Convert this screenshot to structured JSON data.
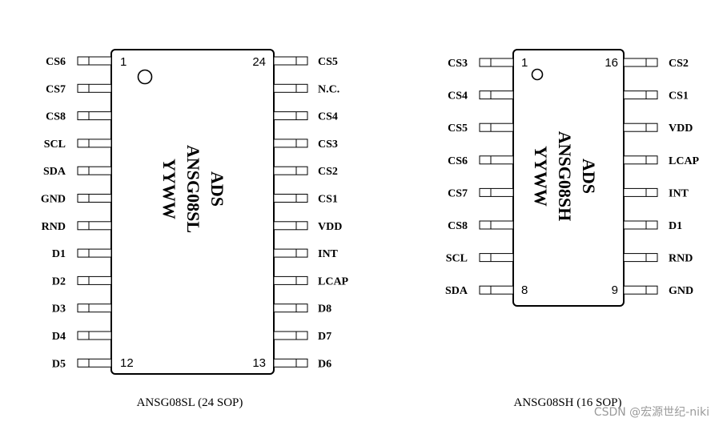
{
  "chip24": {
    "left_pins": [
      "CS6",
      "CS7",
      "CS8",
      "SCL",
      "SDA",
      "GND",
      "RND",
      "D1",
      "D2",
      "D3",
      "D4",
      "D5"
    ],
    "right_pins": [
      "CS5",
      "N.C.",
      "CS4",
      "CS3",
      "CS2",
      "CS1",
      "VDD",
      "INT",
      "LCAP",
      "D8",
      "D7",
      "D6"
    ],
    "corner_numbers": {
      "top_left": "1",
      "top_right": "24",
      "bottom_left": "12",
      "bottom_right": "13"
    },
    "marking": [
      "ADS",
      "ANSG08SL",
      "YYWW"
    ],
    "caption": "ANSG08SL (24 SOP)"
  },
  "chip16": {
    "left_pins": [
      "CS3",
      "CS4",
      "CS5",
      "CS6",
      "CS7",
      "CS8",
      "SCL",
      "SDA"
    ],
    "right_pins": [
      "CS2",
      "CS1",
      "VDD",
      "LCAP",
      "INT",
      "D1",
      "RND",
      "GND"
    ],
    "corner_numbers": {
      "top_left": "1",
      "top_right": "16",
      "bottom_left": "8",
      "bottom_right": "9"
    },
    "marking": [
      "ADS",
      "ANSG08SH",
      "YYWW"
    ],
    "caption": "ANSG08SH (16 SOP)"
  },
  "watermark": "CSDN @宏源世纪-niki"
}
